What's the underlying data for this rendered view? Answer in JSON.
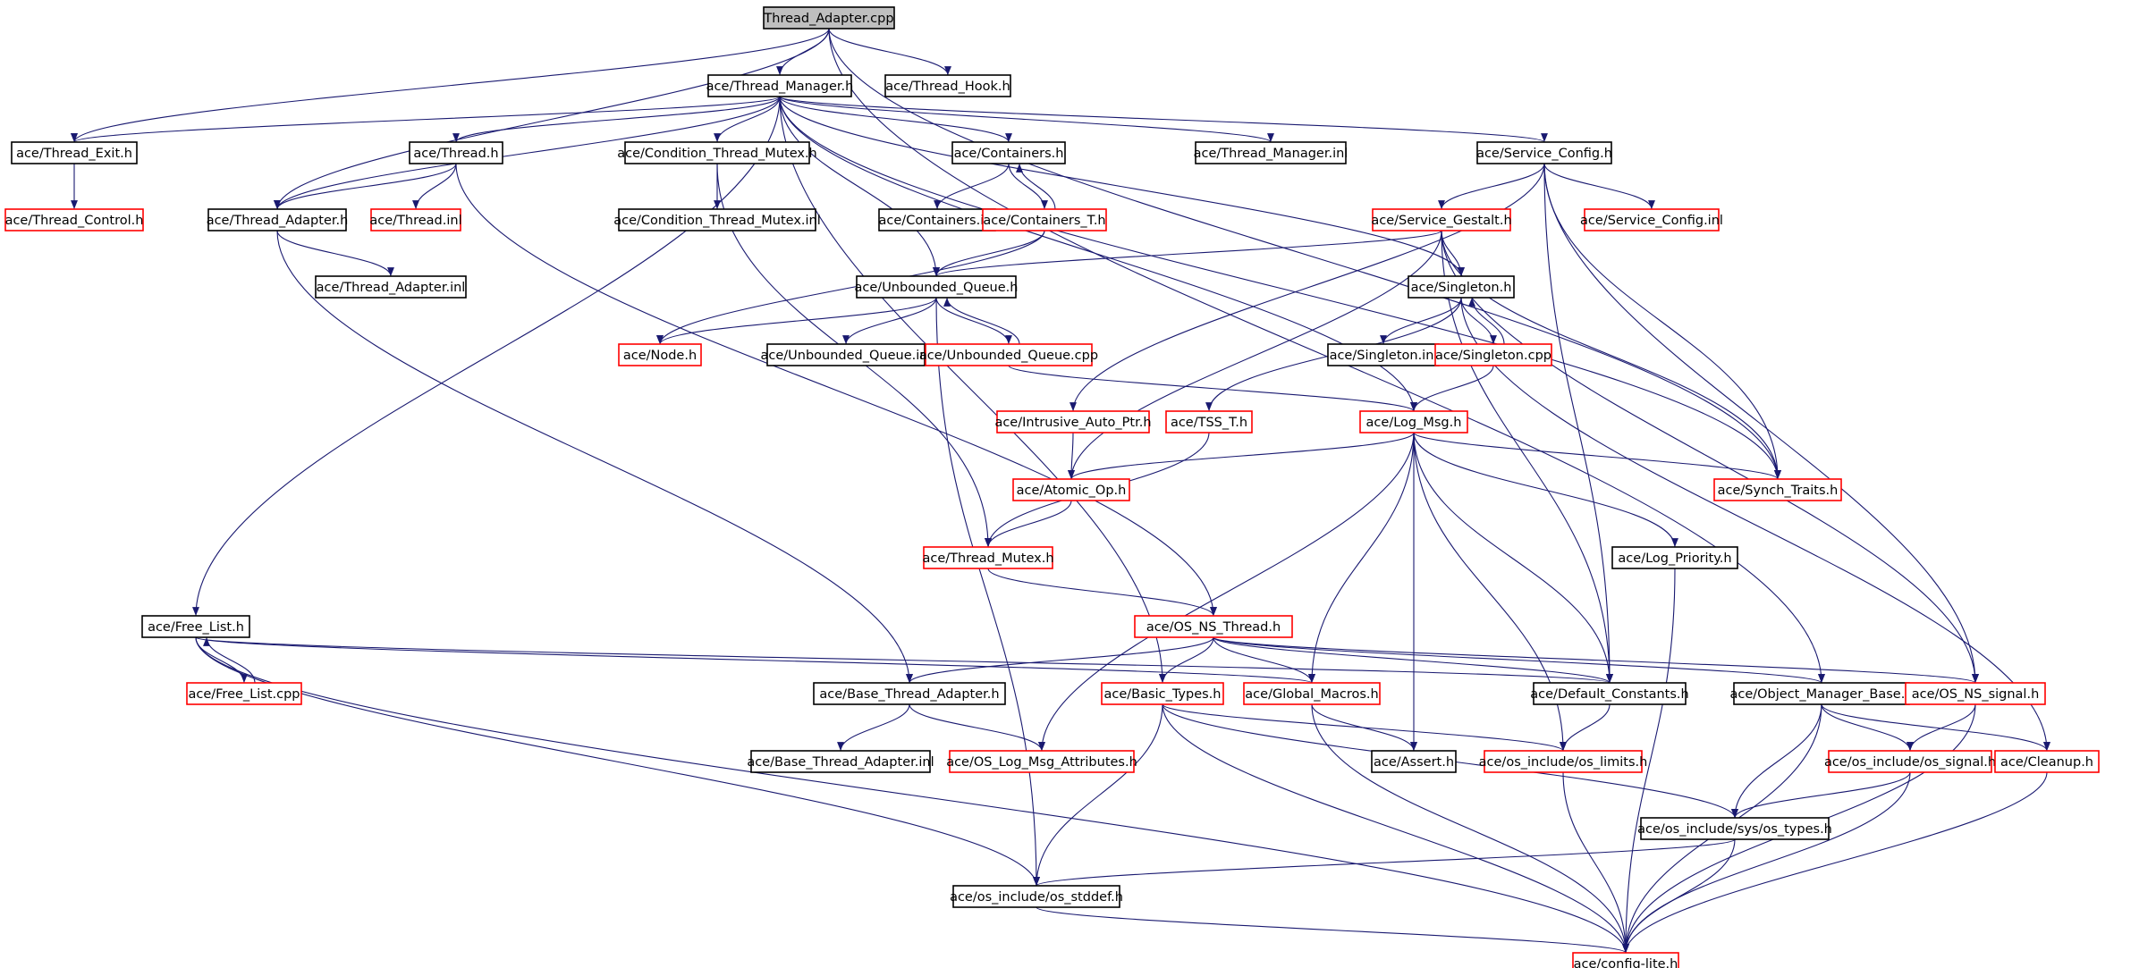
{
  "graph": {
    "colors": {
      "edge": "#191970",
      "border_documented": "#000000",
      "border_undocumented": "#ff0000",
      "root_fill": "#bfbfbf"
    },
    "nodes": [
      {
        "id": "n0",
        "label": "Thread_Adapter.cpp",
        "style": "root"
      },
      {
        "id": "n1",
        "label": "ace/Thread_Manager.h",
        "style": "black"
      },
      {
        "id": "n2",
        "label": "ace/Thread_Hook.h",
        "style": "black"
      },
      {
        "id": "n3",
        "label": "ace/Thread_Exit.h",
        "style": "black"
      },
      {
        "id": "n4",
        "label": "ace/Thread.h",
        "style": "black"
      },
      {
        "id": "n5",
        "label": "ace/Condition_Thread_Mutex.h",
        "style": "black"
      },
      {
        "id": "n6",
        "label": "ace/Containers.h",
        "style": "black"
      },
      {
        "id": "n7",
        "label": "ace/Thread_Manager.inl",
        "style": "black"
      },
      {
        "id": "n8",
        "label": "ace/Service_Config.h",
        "style": "black"
      },
      {
        "id": "n9",
        "label": "ace/Thread_Control.h",
        "style": "red"
      },
      {
        "id": "n10",
        "label": "ace/Thread_Adapter.h",
        "style": "black"
      },
      {
        "id": "n11",
        "label": "ace/Thread.inl",
        "style": "red"
      },
      {
        "id": "n12",
        "label": "ace/Condition_Thread_Mutex.inl",
        "style": "black"
      },
      {
        "id": "n13",
        "label": "ace/Containers.inl",
        "style": "black"
      },
      {
        "id": "n14",
        "label": "ace/Containers_T.h",
        "style": "red"
      },
      {
        "id": "n15",
        "label": "ace/Service_Gestalt.h",
        "style": "red"
      },
      {
        "id": "n16",
        "label": "ace/Service_Config.inl",
        "style": "red"
      },
      {
        "id": "n17",
        "label": "ace/Thread_Adapter.inl",
        "style": "black"
      },
      {
        "id": "n18",
        "label": "ace/Unbounded_Queue.h",
        "style": "black"
      },
      {
        "id": "n19",
        "label": "ace/Singleton.h",
        "style": "black"
      },
      {
        "id": "n20",
        "label": "ace/Node.h",
        "style": "red"
      },
      {
        "id": "n21",
        "label": "ace/Unbounded_Queue.inl",
        "style": "black"
      },
      {
        "id": "n22",
        "label": "ace/Unbounded_Queue.cpp",
        "style": "red"
      },
      {
        "id": "n23",
        "label": "ace/Singleton.inl",
        "style": "black"
      },
      {
        "id": "n24",
        "label": "ace/Singleton.cpp",
        "style": "red"
      },
      {
        "id": "n25",
        "label": "ace/Intrusive_Auto_Ptr.h",
        "style": "red"
      },
      {
        "id": "n26",
        "label": "ace/TSS_T.h",
        "style": "red"
      },
      {
        "id": "n27",
        "label": "ace/Log_Msg.h",
        "style": "red"
      },
      {
        "id": "n28",
        "label": "ace/Atomic_Op.h",
        "style": "red"
      },
      {
        "id": "n29",
        "label": "ace/Synch_Traits.h",
        "style": "red"
      },
      {
        "id": "n30",
        "label": "ace/Thread_Mutex.h",
        "style": "red"
      },
      {
        "id": "n31",
        "label": "ace/Log_Priority.h",
        "style": "black"
      },
      {
        "id": "n32",
        "label": "ace/Free_List.h",
        "style": "black"
      },
      {
        "id": "n33",
        "label": "ace/OS_NS_Thread.h",
        "style": "red"
      },
      {
        "id": "n34",
        "label": "ace/Free_List.cpp",
        "style": "red"
      },
      {
        "id": "n35",
        "label": "ace/Base_Thread_Adapter.h",
        "style": "black"
      },
      {
        "id": "n36",
        "label": "ace/Basic_Types.h",
        "style": "red"
      },
      {
        "id": "n37",
        "label": "ace/Global_Macros.h",
        "style": "red"
      },
      {
        "id": "n38",
        "label": "ace/Default_Constants.h",
        "style": "black"
      },
      {
        "id": "n39",
        "label": "ace/Object_Manager_Base.h",
        "style": "black"
      },
      {
        "id": "n40",
        "label": "ace/OS_NS_signal.h",
        "style": "red"
      },
      {
        "id": "n41",
        "label": "ace/Base_Thread_Adapter.inl",
        "style": "black"
      },
      {
        "id": "n42",
        "label": "ace/OS_Log_Msg_Attributes.h",
        "style": "red"
      },
      {
        "id": "n43",
        "label": "ace/Assert.h",
        "style": "black"
      },
      {
        "id": "n44",
        "label": "ace/os_include/os_limits.h",
        "style": "red"
      },
      {
        "id": "n45",
        "label": "ace/os_include/os_signal.h",
        "style": "red"
      },
      {
        "id": "n46",
        "label": "ace/Cleanup.h",
        "style": "red"
      },
      {
        "id": "n47",
        "label": "ace/os_include/sys/os_types.h",
        "style": "black"
      },
      {
        "id": "n48",
        "label": "ace/os_include/os_stddef.h",
        "style": "black"
      },
      {
        "id": "n49",
        "label": "ace/config-lite.h",
        "style": "red"
      }
    ],
    "edges": [
      [
        "n0",
        "n1"
      ],
      [
        "n0",
        "n2"
      ],
      [
        "n0",
        "n3"
      ],
      [
        "n0",
        "n10"
      ],
      [
        "n0",
        "n29"
      ],
      [
        "n0",
        "n39"
      ],
      [
        "n1",
        "n3"
      ],
      [
        "n1",
        "n4"
      ],
      [
        "n1",
        "n5"
      ],
      [
        "n1",
        "n6"
      ],
      [
        "n1",
        "n7"
      ],
      [
        "n1",
        "n8"
      ],
      [
        "n1",
        "n10"
      ],
      [
        "n1",
        "n18"
      ],
      [
        "n1",
        "n19"
      ],
      [
        "n1",
        "n27"
      ],
      [
        "n1",
        "n32"
      ],
      [
        "n1",
        "n36"
      ],
      [
        "n1",
        "n29"
      ],
      [
        "n3",
        "n9"
      ],
      [
        "n4",
        "n10"
      ],
      [
        "n4",
        "n11"
      ],
      [
        "n4",
        "n33"
      ],
      [
        "n5",
        "n12"
      ],
      [
        "n5",
        "n30"
      ],
      [
        "n6",
        "n13"
      ],
      [
        "n6",
        "n14"
      ],
      [
        "n14",
        "n6"
      ],
      [
        "n14",
        "n18"
      ],
      [
        "n14",
        "n20"
      ],
      [
        "n8",
        "n15"
      ],
      [
        "n8",
        "n16"
      ],
      [
        "n8",
        "n25"
      ],
      [
        "n8",
        "n29"
      ],
      [
        "n8",
        "n40"
      ],
      [
        "n8",
        "n38"
      ],
      [
        "n10",
        "n17"
      ],
      [
        "n10",
        "n35"
      ],
      [
        "n15",
        "n18"
      ],
      [
        "n15",
        "n19"
      ],
      [
        "n15",
        "n28"
      ],
      [
        "n15",
        "n29"
      ],
      [
        "n15",
        "n38"
      ],
      [
        "n15",
        "n40"
      ],
      [
        "n18",
        "n20"
      ],
      [
        "n18",
        "n21"
      ],
      [
        "n18",
        "n22"
      ],
      [
        "n18",
        "n48"
      ],
      [
        "n22",
        "n18"
      ],
      [
        "n22",
        "n27"
      ],
      [
        "n19",
        "n23"
      ],
      [
        "n19",
        "n24"
      ],
      [
        "n19",
        "n26"
      ],
      [
        "n19",
        "n46"
      ],
      [
        "n24",
        "n19"
      ],
      [
        "n24",
        "n27"
      ],
      [
        "n25",
        "n28"
      ],
      [
        "n26",
        "n30"
      ],
      [
        "n27",
        "n28"
      ],
      [
        "n27",
        "n29"
      ],
      [
        "n27",
        "n31"
      ],
      [
        "n27",
        "n37"
      ],
      [
        "n27",
        "n38"
      ],
      [
        "n27",
        "n43"
      ],
      [
        "n27",
        "n44"
      ],
      [
        "n27",
        "n42"
      ],
      [
        "n28",
        "n30"
      ],
      [
        "n30",
        "n33"
      ],
      [
        "n31",
        "n49"
      ],
      [
        "n32",
        "n34"
      ],
      [
        "n32",
        "n37"
      ],
      [
        "n32",
        "n38"
      ],
      [
        "n32",
        "n48"
      ],
      [
        "n32",
        "n49"
      ],
      [
        "n34",
        "n32"
      ],
      [
        "n33",
        "n35"
      ],
      [
        "n33",
        "n36"
      ],
      [
        "n33",
        "n37"
      ],
      [
        "n33",
        "n38"
      ],
      [
        "n33",
        "n39"
      ],
      [
        "n33",
        "n40"
      ],
      [
        "n35",
        "n41"
      ],
      [
        "n35",
        "n42"
      ],
      [
        "n36",
        "n44"
      ],
      [
        "n36",
        "n47"
      ],
      [
        "n36",
        "n48"
      ],
      [
        "n36",
        "n49"
      ],
      [
        "n37",
        "n43"
      ],
      [
        "n37",
        "n49"
      ],
      [
        "n38",
        "n44"
      ],
      [
        "n39",
        "n46"
      ],
      [
        "n39",
        "n45"
      ],
      [
        "n39",
        "n47"
      ],
      [
        "n39",
        "n49"
      ],
      [
        "n40",
        "n45"
      ],
      [
        "n40",
        "n49"
      ],
      [
        "n44",
        "n49"
      ],
      [
        "n45",
        "n47"
      ],
      [
        "n45",
        "n49"
      ],
      [
        "n46",
        "n49"
      ],
      [
        "n47",
        "n48"
      ],
      [
        "n47",
        "n49"
      ],
      [
        "n48",
        "n49"
      ]
    ]
  }
}
